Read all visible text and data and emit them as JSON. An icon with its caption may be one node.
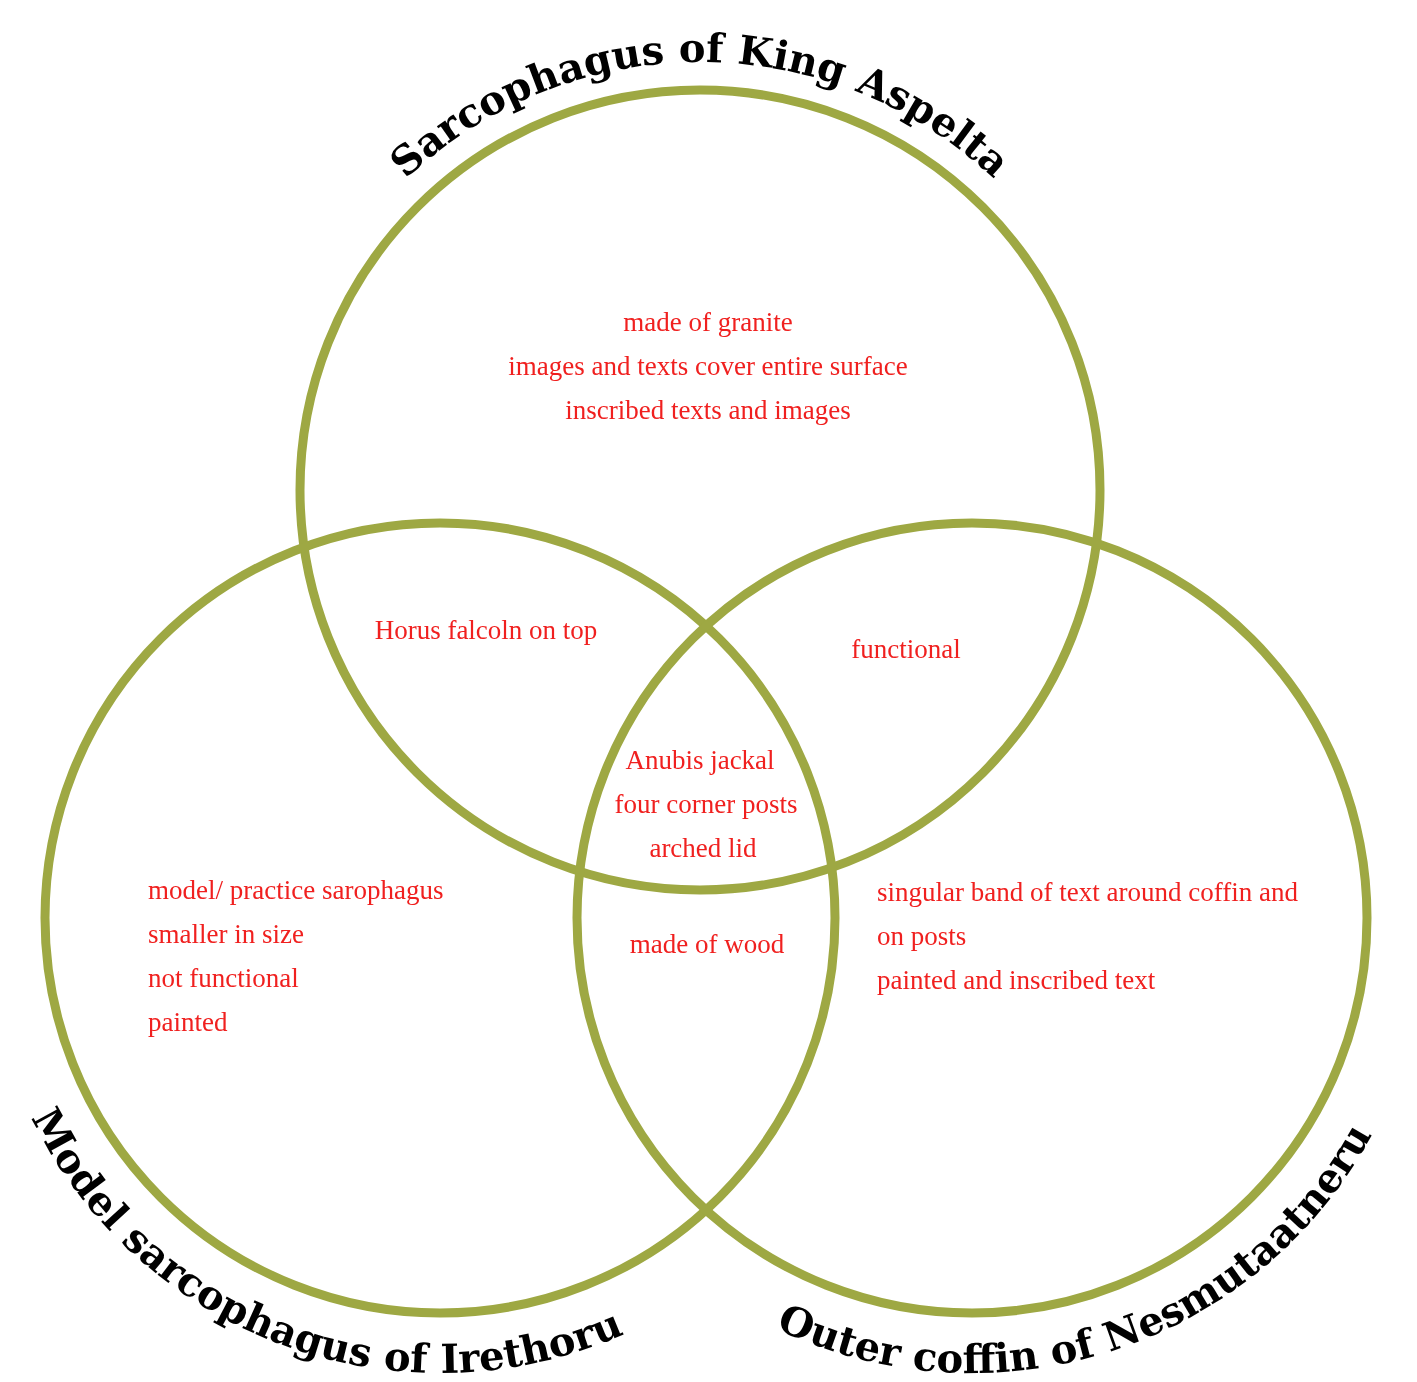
{
  "diagram": {
    "nodes": [
      {
        "text": [
          "Sarcophagus of King Aspelta",
          "made of granite",
          "images and texts cover entire surface",
          "inscribed texts and images"
        ]
      },
      {
        "text": [
          "model/ practice sarophagus",
          "smaller in size",
          "not functional",
          "painted",
          "Model sarcophagus of Irethoru"
        ]
      },
      {
        "text": [
          "singular band of text around coffin and on posts",
          "painted and inscribed text",
          "Outer coffin of Nesmutaatneru"
        ]
      }
    ],
    "labels": [
      "Horus falcoln on top",
      "functional",
      "Anubis jackal",
      "four corner posts",
      "arched lid",
      "made of wood"
    ]
  }
}
